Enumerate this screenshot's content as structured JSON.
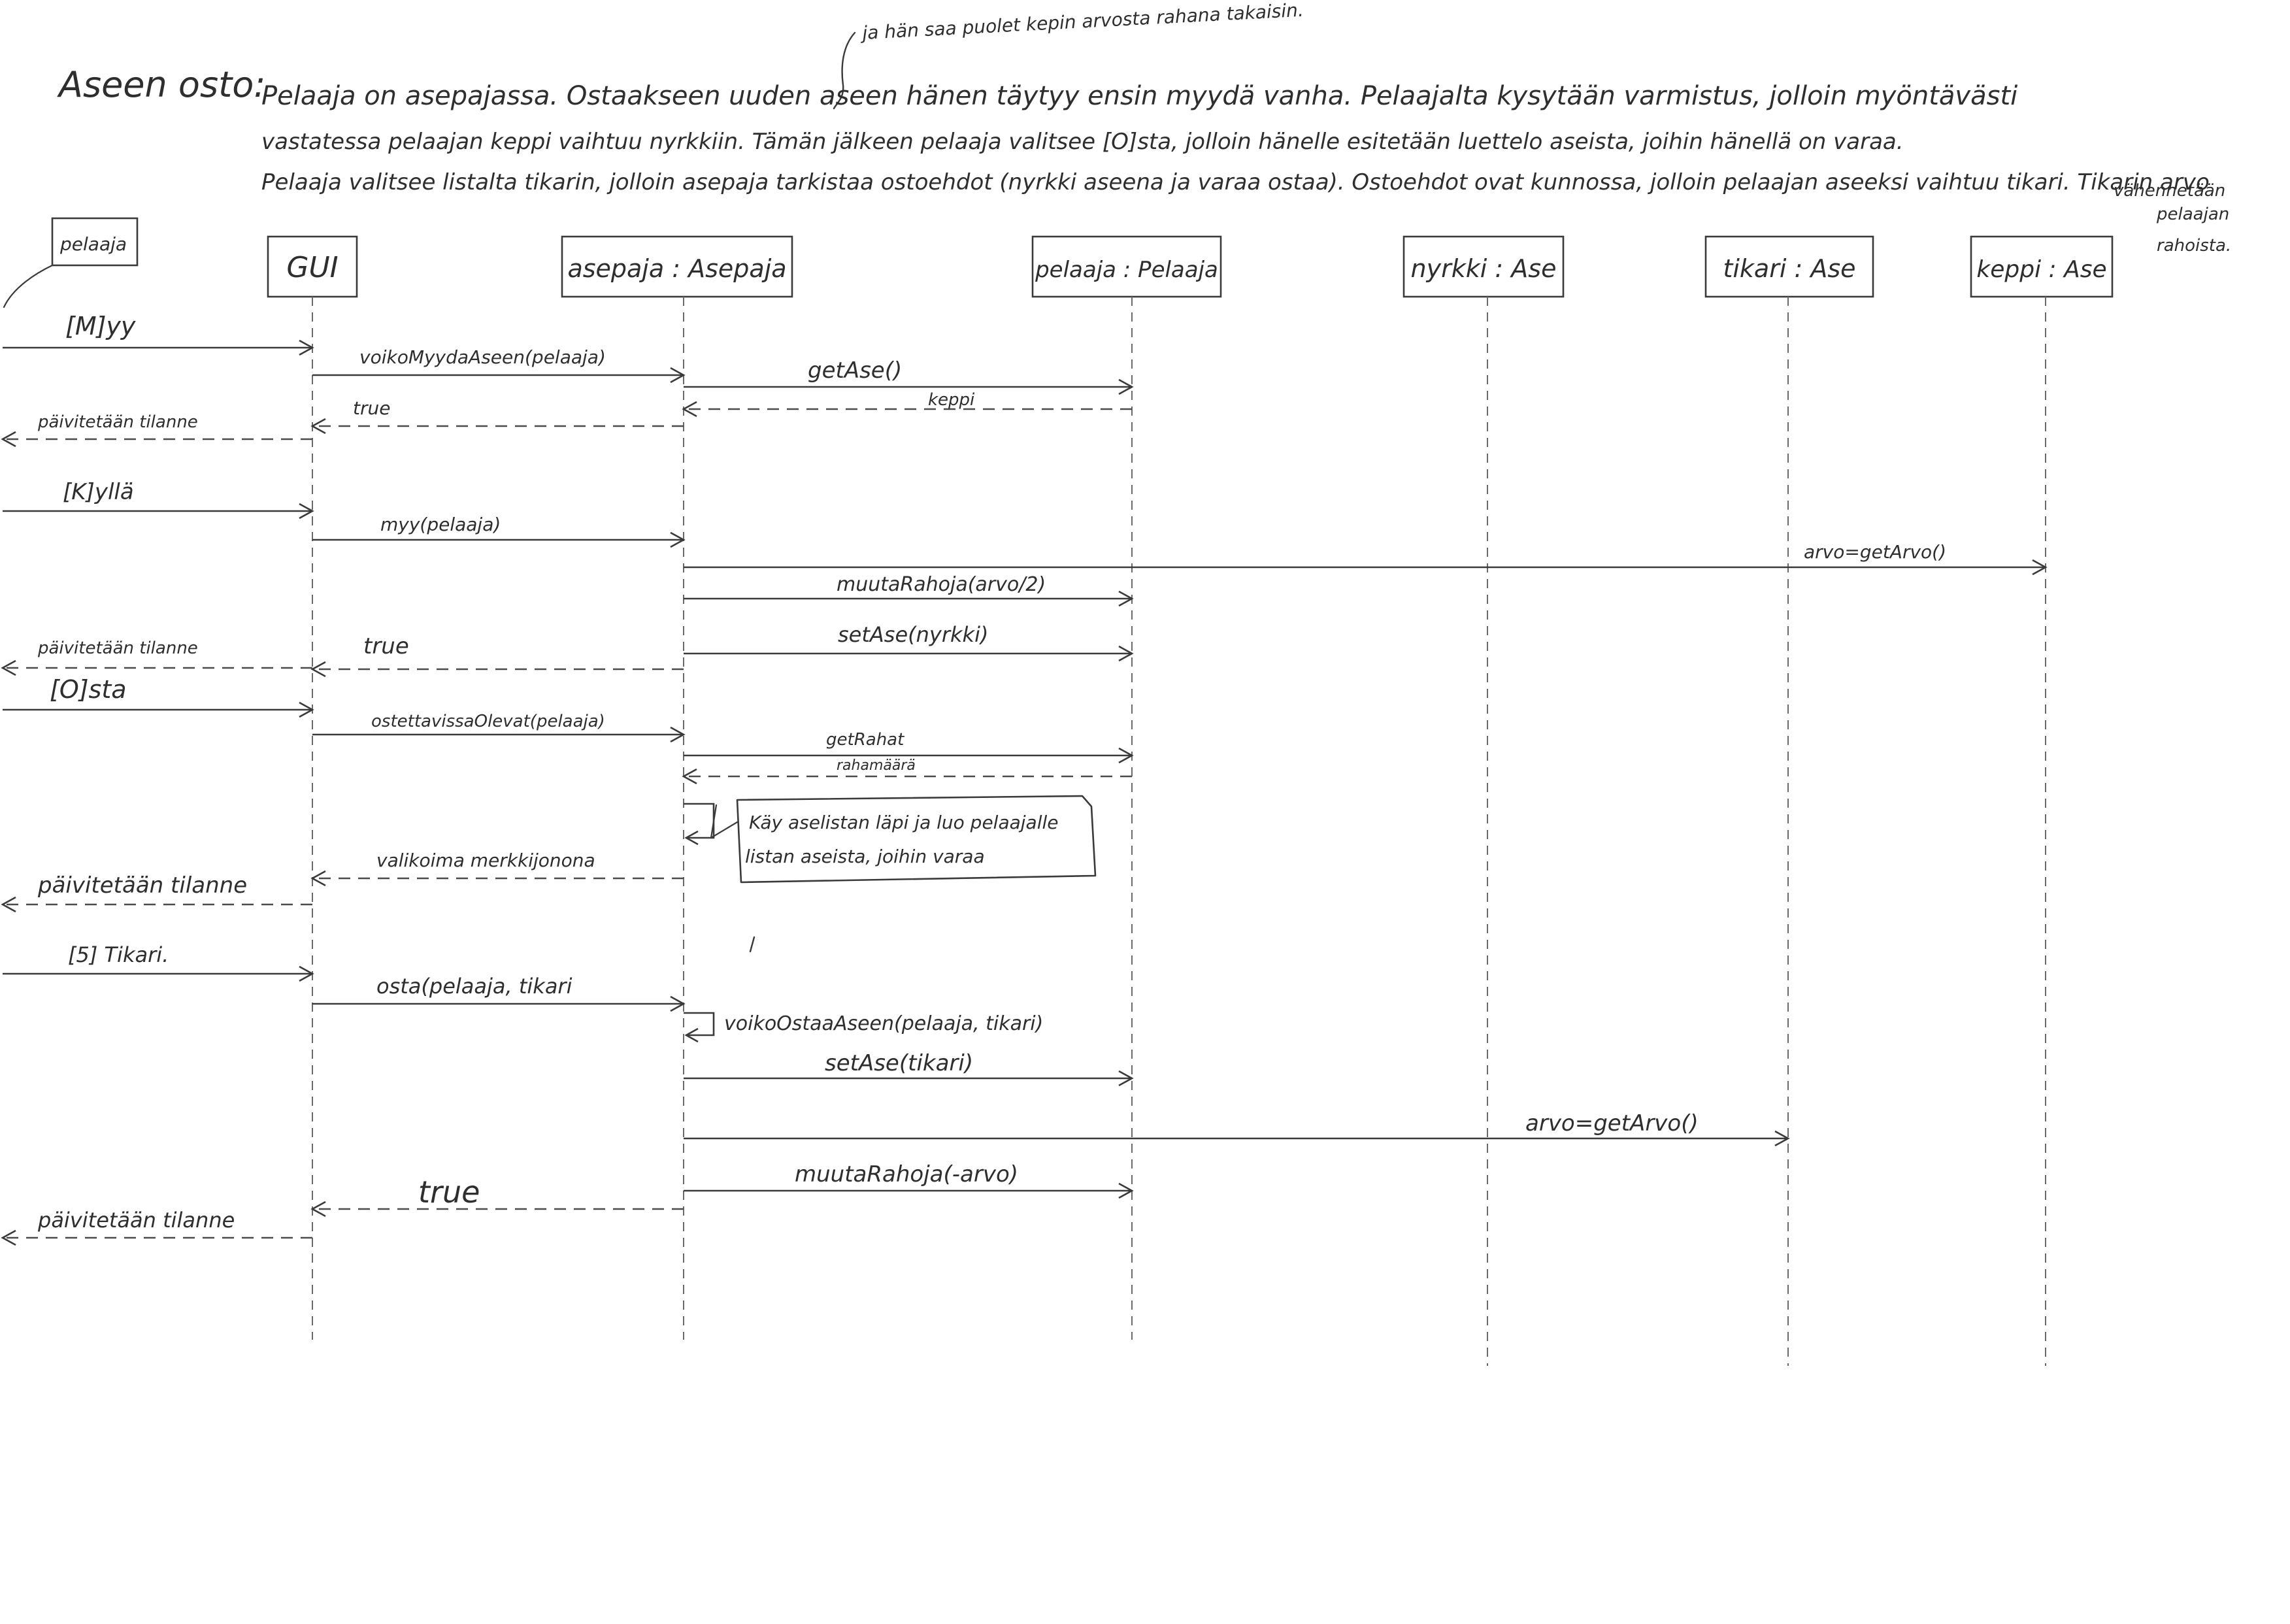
{
  "title": "Aseen osto:",
  "top_note": "ja hän saa puolet kepin arvosta rahana takaisin.",
  "description": [
    "Pelaaja on asepajassa. Ostaakseen uuden aseen hänen täytyy ensin myydä vanha. Pelaajalta kysytään varmistus, jolloin myöntävästi",
    "vastatessa pelaajan keppi vaihtuu nyrkkiin. Tämän jälkeen pelaaja valitsee [O]sta, jolloin hänelle esitetään luettelo aseista, joihin hänellä on varaa.",
    "Pelaaja valitsee listalta tikarin, jolloin asepaja tarkistaa ostoehdot (nyrkki aseena ja varaa ostaa). Ostoehdot ovat kunnossa, jolloin pelaajan aseeksi vaihtuu tikari. Tikarin arvo"
  ],
  "side_note": [
    "vähennetään",
    "pelaajan",
    "rahoista."
  ],
  "actor_label": "pelaaja",
  "participants": [
    {
      "id": "gui",
      "label": "GUI"
    },
    {
      "id": "asepaja",
      "label": "asepaja : Asepaja"
    },
    {
      "id": "pelaaja",
      "label": "pelaaja : Pelaaja"
    },
    {
      "id": "nyrkki",
      "label": "nyrkki : Ase"
    },
    {
      "id": "tikari",
      "label": "tikari : Ase"
    },
    {
      "id": "keppi",
      "label": "keppi : Ase"
    }
  ],
  "messages": [
    {
      "label": "[M]yy",
      "from": "actor",
      "to": "gui",
      "kind": "call"
    },
    {
      "label": "voikoMyydaAseen(pelaaja)",
      "from": "gui",
      "to": "asepaja",
      "kind": "call"
    },
    {
      "label": "getAse()",
      "from": "asepaja",
      "to": "pelaaja",
      "kind": "call"
    },
    {
      "label": "keppi",
      "from": "pelaaja",
      "to": "asepaja",
      "kind": "return"
    },
    {
      "label": "true",
      "from": "asepaja",
      "to": "gui",
      "kind": "return"
    },
    {
      "label": "päivitetään tilanne",
      "from": "gui",
      "to": "actor",
      "kind": "return"
    },
    {
      "label": "[K]yllä",
      "from": "actor",
      "to": "gui",
      "kind": "call"
    },
    {
      "label": "myy(pelaaja)",
      "from": "gui",
      "to": "asepaja",
      "kind": "call"
    },
    {
      "label": "arvo=getArvo()",
      "from": "asepaja",
      "to": "keppi",
      "kind": "call"
    },
    {
      "label": "muutaRahoja(arvo/2)",
      "from": "asepaja",
      "to": "pelaaja",
      "kind": "call"
    },
    {
      "label": "setAse(nyrkki)",
      "from": "asepaja",
      "to": "pelaaja",
      "kind": "call"
    },
    {
      "label": "true",
      "from": "asepaja",
      "to": "gui",
      "kind": "return"
    },
    {
      "label": "päivitetään tilanne",
      "from": "gui",
      "to": "actor",
      "kind": "return"
    },
    {
      "label": "[O]sta",
      "from": "actor",
      "to": "gui",
      "kind": "call"
    },
    {
      "label": "ostettavissaOlevat(pelaaja)",
      "from": "gui",
      "to": "asepaja",
      "kind": "call"
    },
    {
      "label": "getRahat",
      "from": "asepaja",
      "to": "pelaaja",
      "kind": "call"
    },
    {
      "label": "rahamäärä",
      "from": "pelaaja",
      "to": "asepaja",
      "kind": "return"
    },
    {
      "label": "",
      "from": "asepaja",
      "to": "asepaja",
      "kind": "self"
    },
    {
      "label": "valikoima merkkijonona",
      "from": "asepaja",
      "to": "gui",
      "kind": "return"
    },
    {
      "label": "päivitetään tilanne",
      "from": "gui",
      "to": "actor",
      "kind": "return"
    },
    {
      "label": "[5] Tikari.",
      "from": "actor",
      "to": "gui",
      "kind": "call"
    },
    {
      "label": "osta(pelaaja, tikari",
      "from": "gui",
      "to": "asepaja",
      "kind": "call"
    },
    {
      "label": "voikoOstaaAseen(pelaaja, tikari)",
      "from": "asepaja",
      "to": "asepaja",
      "kind": "self"
    },
    {
      "label": "setAse(tikari)",
      "from": "asepaja",
      "to": "pelaaja",
      "kind": "call"
    },
    {
      "label": "arvo=getArvo()",
      "from": "asepaja",
      "to": "tikari",
      "kind": "call"
    },
    {
      "label": "muutaRahoja(-arvo)",
      "from": "asepaja",
      "to": "pelaaja",
      "kind": "call"
    },
    {
      "label": "true",
      "from": "asepaja",
      "to": "gui",
      "kind": "return"
    },
    {
      "label": "päivitetään tilanne",
      "from": "gui",
      "to": "actor",
      "kind": "return"
    }
  ],
  "note": [
    "Käy aselistan läpi ja luo pelaajalle",
    "listan aseista, joihin varaa"
  ]
}
